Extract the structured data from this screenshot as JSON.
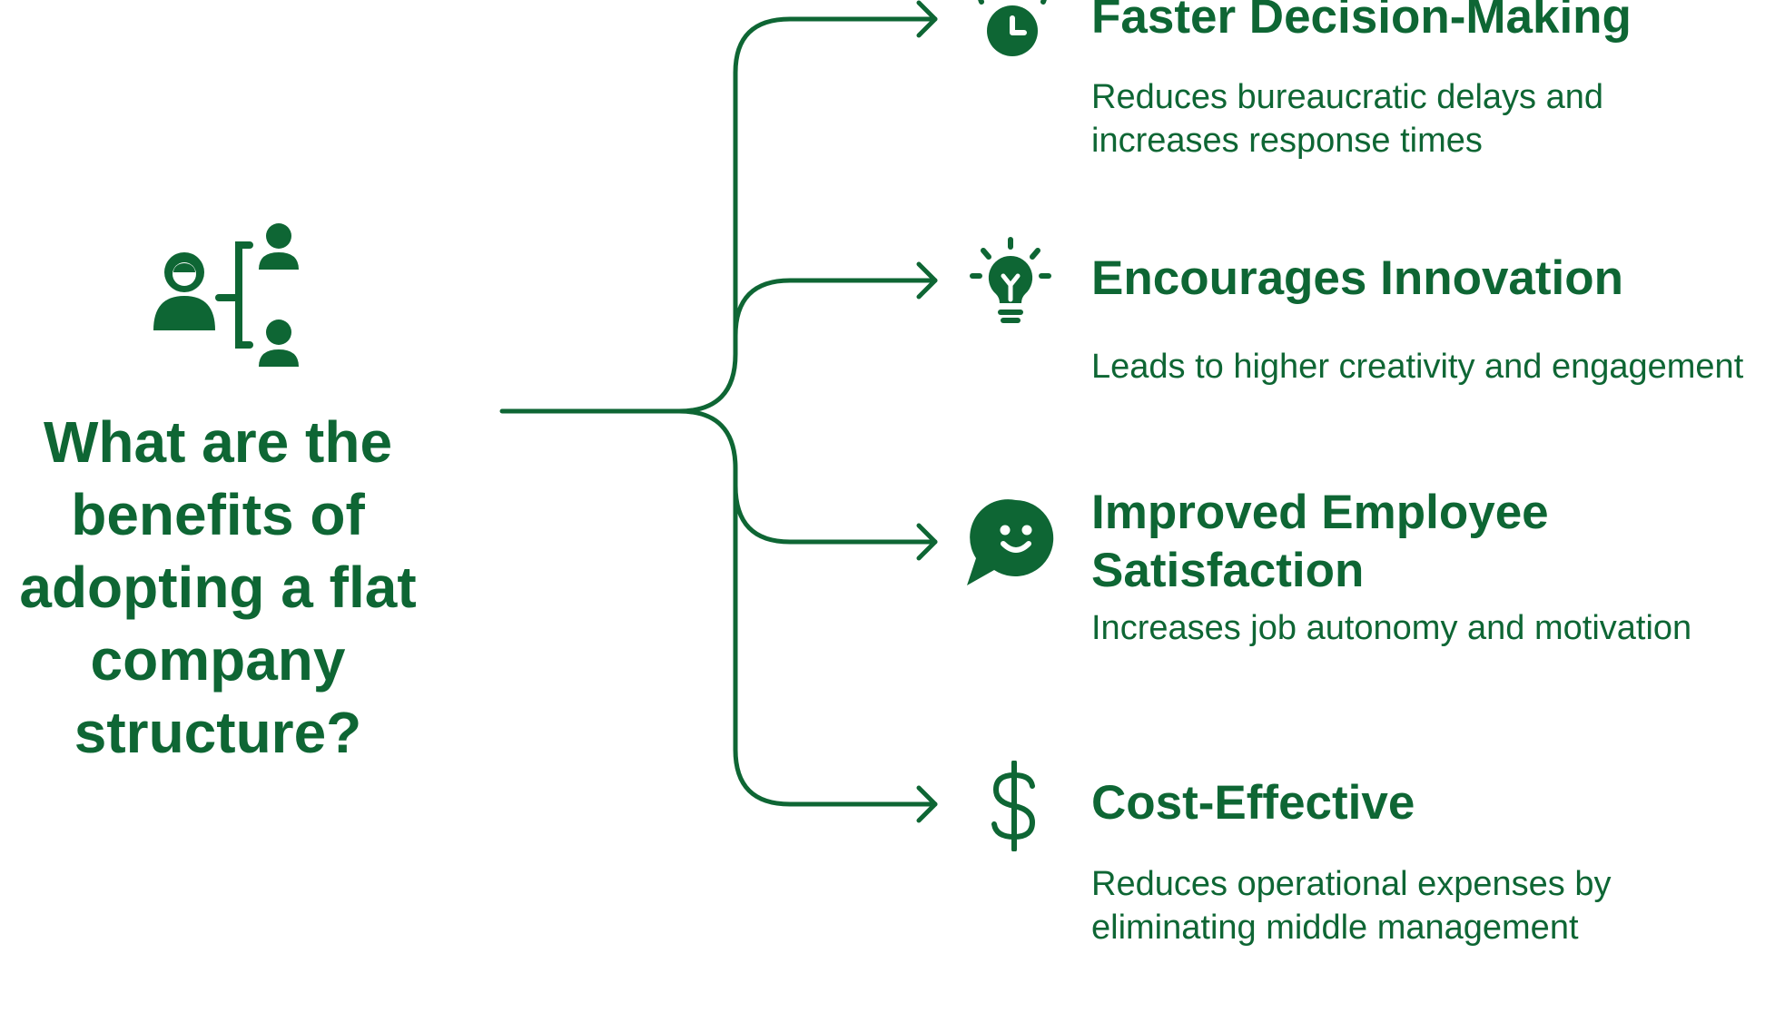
{
  "colors": {
    "primary": "#0e6634",
    "background": "#ffffff"
  },
  "question": {
    "icon": "organization-people-icon",
    "lines": [
      "What are the",
      "benefits of",
      "adopting a flat",
      "company",
      "structure?"
    ]
  },
  "benefits": [
    {
      "icon": "clock-alarm-icon",
      "title_lines": [
        "Faster Decision-Making"
      ],
      "desc_lines": [
        "Reduces bureaucratic delays and",
        "increases response times"
      ]
    },
    {
      "icon": "lightbulb-icon",
      "title_lines": [
        "Encourages Innovation"
      ],
      "desc_lines": [
        "Leads to higher creativity and engagement"
      ]
    },
    {
      "icon": "smiling-chat-bubble-icon",
      "title_lines": [
        "Improved Employee",
        "Satisfaction"
      ],
      "desc_lines": [
        "Increases job autonomy and motivation"
      ]
    },
    {
      "icon": "dollar-sign-icon",
      "title_lines": [
        "Cost-Effective"
      ],
      "desc_lines": [
        "Reduces operational expenses by",
        "eliminating middle management"
      ]
    }
  ]
}
